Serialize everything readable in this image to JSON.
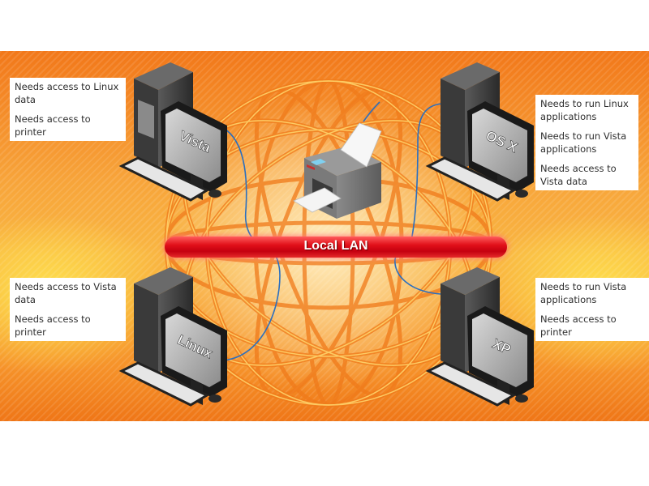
{
  "diagram": {
    "network_label": "Local LAN",
    "colors": {
      "background_orange": "#f7a43a",
      "lan_bar_red": "#d80c16",
      "cable_blue": "#2a6fc0",
      "note_bg": "#ffffff",
      "note_text": "#2f2f2f"
    },
    "printer": {
      "name": "printer",
      "icon": "printer-icon"
    },
    "computers": [
      {
        "id": "vista",
        "os_label": "Vista",
        "position": "top-left",
        "needs": [
          "Needs access to Linux data",
          "Needs access to printer"
        ]
      },
      {
        "id": "osx",
        "os_label": "OS X",
        "position": "top-right",
        "needs": [
          "Needs to run Linux applications",
          "Needs to run Vista applications",
          "Needs access to Vista data"
        ]
      },
      {
        "id": "linux",
        "os_label": "Linux",
        "position": "bottom-left",
        "needs": [
          "Needs access to Vista data",
          "Needs access to printer"
        ]
      },
      {
        "id": "xp",
        "os_label": "XP",
        "position": "bottom-right",
        "needs": [
          "Needs to run Vista applications",
          "Needs access to printer"
        ]
      }
    ]
  }
}
